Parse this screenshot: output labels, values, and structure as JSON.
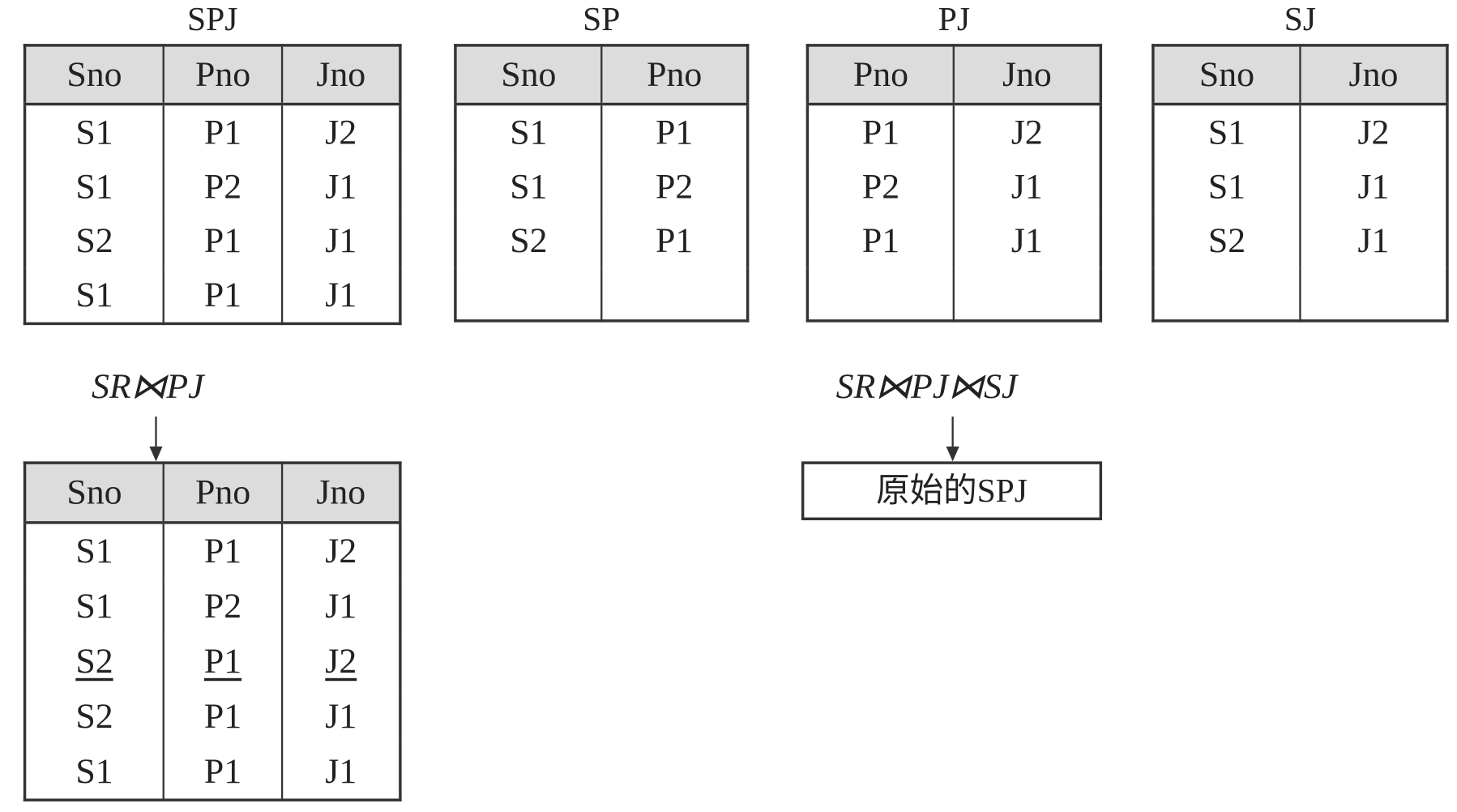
{
  "tables": {
    "spj": {
      "title": "SPJ",
      "headers": [
        "Sno",
        "Pno",
        "Jno"
      ],
      "rows": [
        [
          "S1",
          "P1",
          "J2"
        ],
        [
          "S1",
          "P2",
          "J1"
        ],
        [
          "S2",
          "P1",
          "J1"
        ],
        [
          "S1",
          "P1",
          "J1"
        ]
      ]
    },
    "sp": {
      "title": "SP",
      "headers": [
        "Sno",
        "Pno"
      ],
      "rows": [
        [
          "S1",
          "P1"
        ],
        [
          "S1",
          "P2"
        ],
        [
          "S2",
          "P1"
        ]
      ]
    },
    "pj": {
      "title": "PJ",
      "headers": [
        "Pno",
        "Jno"
      ],
      "rows": [
        [
          "P1",
          "J2"
        ],
        [
          "P2",
          "J1"
        ],
        [
          "P1",
          "J1"
        ]
      ]
    },
    "sj": {
      "title": "SJ",
      "headers": [
        "Sno",
        "Jno"
      ],
      "rows": [
        [
          "S1",
          "J2"
        ],
        [
          "S1",
          "J1"
        ],
        [
          "S2",
          "J1"
        ]
      ]
    },
    "join": {
      "headers": [
        "Sno",
        "Pno",
        "Jno"
      ],
      "rows": [
        [
          "S1",
          "P1",
          "J2"
        ],
        [
          "S1",
          "P2",
          "J1"
        ],
        [
          "S2",
          "P1",
          "J2"
        ],
        [
          "S2",
          "P1",
          "J1"
        ],
        [
          "S1",
          "P1",
          "J1"
        ]
      ],
      "underlined_row": 2
    }
  },
  "expr_left": "SR⋈PJ",
  "expr_right": "SR⋈PJ⋈SJ",
  "result_box": "原始的SPJ"
}
